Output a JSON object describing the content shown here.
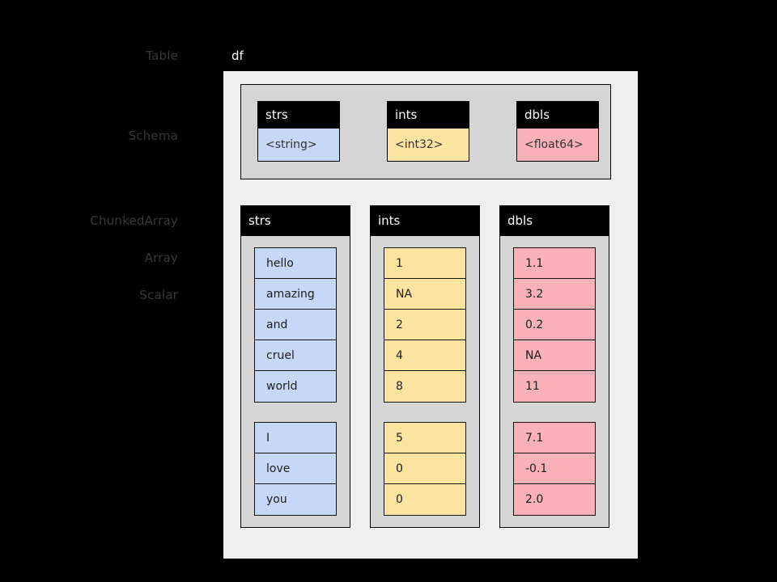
{
  "labels": {
    "table": "Table",
    "schema": "Schema",
    "chunked_array": "ChunkedArray",
    "array": "Array",
    "scalar": "Scalar"
  },
  "table": {
    "name": "df"
  },
  "colors": {
    "background": "#000000",
    "table_panel": "#efefef",
    "schema_panel": "#d5d5d5",
    "column_body": "#d5d5d5",
    "header": "#000000",
    "string": "#c6d8f7",
    "int32": "#fde3a0",
    "float64": "#f8b1b8",
    "label_text": "#383838"
  },
  "schema": {
    "fields": [
      {
        "name": "strs",
        "type": "<string>",
        "color_key": "t-str"
      },
      {
        "name": "ints",
        "type": "<int32>",
        "color_key": "t-int"
      },
      {
        "name": "dbls",
        "type": "<float64>",
        "color_key": "t-float"
      }
    ]
  },
  "columns": [
    {
      "name": "strs",
      "cell_class": "c-str",
      "chunks": [
        [
          "hello",
          "amazing",
          "and",
          "cruel",
          "world"
        ],
        [
          "I",
          "love",
          "you"
        ]
      ]
    },
    {
      "name": "ints",
      "cell_class": "c-int",
      "chunks": [
        [
          "1",
          "NA",
          "2",
          "4",
          "8"
        ],
        [
          "5",
          "0",
          "0"
        ]
      ]
    },
    {
      "name": "dbls",
      "cell_class": "c-float",
      "chunks": [
        [
          "1.1",
          "3.2",
          "0.2",
          "NA",
          "11"
        ],
        [
          "7.1",
          "-0.1",
          "2.0"
        ]
      ]
    }
  ]
}
